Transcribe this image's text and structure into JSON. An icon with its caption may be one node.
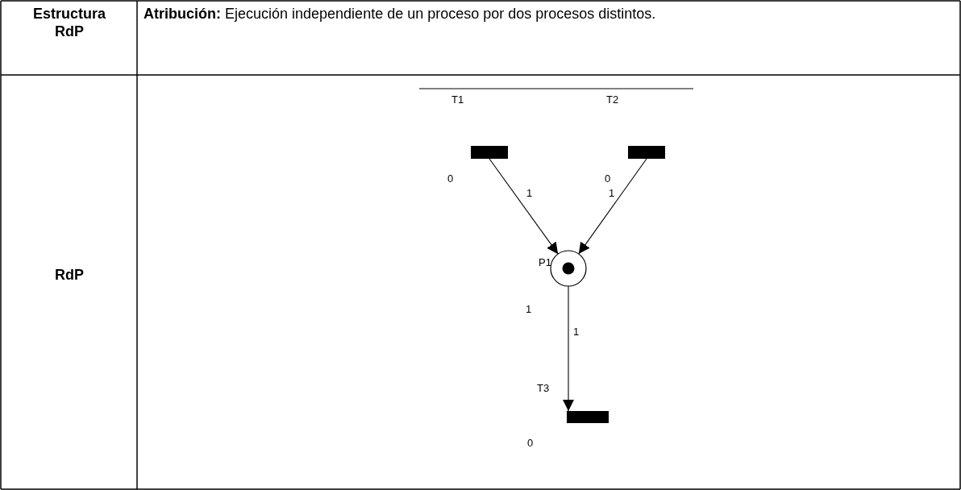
{
  "diagram": {
    "nodes": [
      {
        "text": [
          "T1"
        ],
        "beside": [
          "0"
        ]
      },
      {
        "text": [
          "T2"
        ],
        "beside": [
          "0"
        ]
      },
      {
        "text": [
          "P1"
        ],
        "beside": [
          "1"
        ]
      },
      {
        "text": [
          "T3"
        ],
        "beside": [
          "0"
        ]
      }
    ],
    "edges": [
      {
        "from": 0,
        "to": 2,
        "arrow": "to",
        "label": "1"
      },
      {
        "from": 1,
        "to": 2,
        "arrow": "to",
        "label": "1"
      },
      {
        "from": 2,
        "to": 3,
        "arrow": "to",
        "label": "1"
      }
    ],
    "labels": [
      "Estructura RdP",
      "**Atribución:** Ejecución independiente de un proceso por dos procesos distintos.",
      "RdP"
    ]
  }
}
